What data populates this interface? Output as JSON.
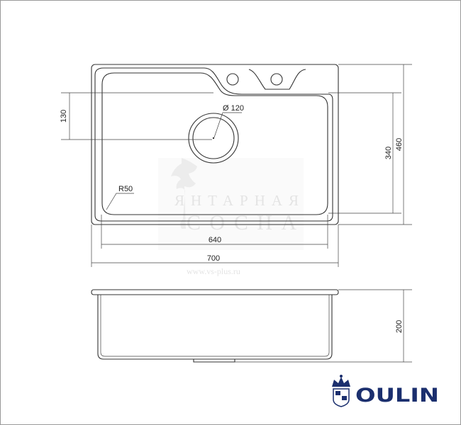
{
  "drawing": {
    "top_view": {
      "dimensions": {
        "overall_width": "700",
        "bowl_width": "640",
        "overall_depth": "460",
        "bowl_depth": "340",
        "drain_offset": "130",
        "drain_diameter": "Ø 120",
        "corner_radius": "R50"
      }
    },
    "side_view": {
      "dimensions": {
        "height": "200"
      }
    },
    "watermark": {
      "line1": "ЯНТАРНАЯ",
      "line2": "СОСНА",
      "url": "www.vs-plus.ru"
    },
    "brand": {
      "name": "OULIN",
      "color": "#1b2f6e"
    },
    "line_color": "#333333"
  }
}
